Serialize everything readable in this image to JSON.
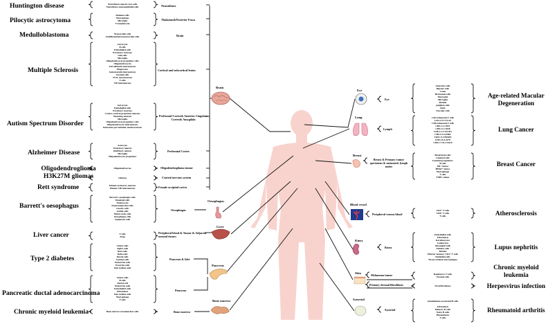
{
  "colors": {
    "body": "#f8d3cd",
    "line": "#111111",
    "brain": "#e8a79a",
    "organ": "#e9a0a0"
  },
  "organs": {
    "brain": "Brain",
    "oesophagus": "Oesophagus",
    "liver": "Liver",
    "pancreas": "Pancreas",
    "bone_marrow": "Bone marrow",
    "eye": "Eye",
    "lung": "Lung",
    "breast": "Breast",
    "blood_vessel": "Blood vessel",
    "kidney": "Kiney",
    "skin": "Skin",
    "synovial": "Synovial"
  },
  "left": [
    {
      "disease": "Huntington disease",
      "cells": [
        "Neuroblasts neural crest cells",
        "Neuroblasts neuroepithelial cells"
      ],
      "region": "Neuroblasts"
    },
    {
      "disease": "Pilocytic astrocytoma",
      "cells": [
        "Immune cells",
        "Macrophage",
        "Microglia",
        "T lymphocytes"
      ],
      "region": "Thalamus&Posterior Fossa"
    },
    {
      "disease": "Medulloblastoma",
      "cells": [
        "Neuron-like cells",
        "Undifferentiated neuron-like cells"
      ],
      "region": "Brain"
    },
    {
      "disease": "Multiple Sclerosis",
      "cells": [
        "Astrocytes",
        "B cells",
        "Endothelial cells",
        "Excitatory neurons",
        "Glia cells",
        "Microglia",
        "Oligodendrocyte progenitor cells",
        "Oligodendrocytes",
        "Parvalbumin interneurons",
        "Phagocytes",
        "Somatostatin interneurons",
        "Stromal cells",
        "SV2C interneurons",
        "T cells",
        "VIP interneurons"
      ],
      "region": "Cortical and subcortical lesion"
    },
    {
      "disease": "Autism Spectrum Disorder",
      "cells": [
        "Astrocytes",
        "Endothelial cells",
        "Excitatory neurons",
        "Cortico-cortical projection neurons",
        "Maturing neurons",
        "Microglia",
        "Oligodendrocyte progenitor cells",
        "Oligodendrocytes interneurons",
        "Immature parvalumiar-nuclei neurons"
      ],
      "region": "Prefrontal Cortex& Anterior Cingulate Cortex& Amygdala"
    },
    {
      "disease": "Alzheimer Disease",
      "cells": [
        "Astrocyte",
        "Excitatory neuron",
        "Inhibitory neuron",
        "Microglia",
        "Oligodendrocyte progenitor"
      ],
      "region": "Prefrontal Cortex"
    },
    {
      "disease": "Oligodendroglioma H3K27M gliomas",
      "cells": [
        "Oligodendrocytes",
        "Gliomas"
      ],
      "region": "Oligodendroglioma tumor",
      "region2": "Central nervous system"
    },
    {
      "disease": "Rett syndrome",
      "cells": [
        "Mutant excitatory neurons",
        "Mutant VIP interneurons"
      ],
      "region": "Female occipital cortex"
    },
    {
      "disease": "Barrett's oesophagus",
      "cells": [
        "Barrett's oesophagus cells",
        "Duodenal cells",
        "Enterocytes",
        "Enteroendocrine cells",
        "Gastric cells",
        "Goblet cells",
        "Mucus neck cells",
        "Oesophagus cells",
        "Squamous cells"
      ],
      "region": "Oesophagus"
    },
    {
      "disease": "Liver cancer",
      "cells": [
        "T cells",
        "Tregs"
      ],
      "region": "Peripheral blood & Tumor & Adjacent normal tissues"
    },
    {
      "disease": "Type 2 diabetes",
      "cells": [
        "Acinar cells",
        "Alpha cells",
        "Beta cells",
        "Delta cells",
        "Ductal cells",
        "Gamma cells",
        "Endocrine cells",
        "Exocrine cells",
        "Islet stellate cells"
      ],
      "region": "Pancreas & Islet"
    },
    {
      "disease": "Pancreatic ductal adenocarcinoma",
      "cells": [
        "Acinar cells",
        "B cells",
        "Ductal cell",
        "Endocrine cells",
        "Endothelial cells",
        "Fibroblasts",
        "Islet stellate cells",
        "Macrophage",
        "T cells"
      ],
      "region": "Pancreas"
    },
    {
      "disease": "Chronic myeloid leukemia",
      "cells": [
        "Bone marrow mononuclear cells"
      ],
      "region": "Bone marrow"
    }
  ],
  "right": [
    {
      "region": "Eye",
      "cells": [
        "Amacrine cells",
        "Bipolar cells",
        "Cones",
        "Horizontal cells",
        "Macroglia",
        "Microglia",
        "Retinal",
        "ganglion cells",
        "Rods",
        "Vascular cells"
      ],
      "disease": "Age-related Macular Degeneration"
    },
    {
      "region": "Lymph",
      "cells": [
        "CD4 exhausted T cells",
        "CD4-C9-CTLA4",
        "CD8 exhausted T cells",
        "CD8-C1-LEF1",
        "CD8-C2-CD28",
        "CD8-C3-CX3CR1",
        "CD8-C4-GZMK",
        "CD8-C5-ZNF683",
        "CD8-C6-LAYN",
        "CD8-C7-SLC4A10"
      ],
      "disease": "Lung Cancer"
    },
    {
      "region": "Breast & Primary tumor specimens & metastatic lymph nodes",
      "cells": [
        "Basal/Stem cells",
        "Luminal cells",
        "Luminal progenitors",
        "B cells",
        "ER+ tumor",
        "HER2+ tumor",
        "Macrophage",
        "T cells",
        "TNBC tumor"
      ],
      "disease": "Breast Cancer"
    },
    {
      "region": "Peripheral venous blood",
      "cells": [
        "CD4+ T cells",
        "CD8+ T cells",
        "T cells"
      ],
      "disease": "Atherosclerosis"
    },
    {
      "region": "Kiney",
      "cells": [
        "Endothelial cells",
        "Fibroblasts",
        "Keratinocytes",
        "Leukocytes",
        "Mesangial cells",
        "Tubular cells",
        "Tubules",
        "Effector memory CD4+ T cells",
        "Epithelial cells",
        "Tissue-resident macrophages"
      ],
      "disease": "Lupus nephritis"
    },
    {
      "region": "Melanoma tumor",
      "cells": [
        "Regulatory T cells",
        "Stromal cells"
      ],
      "disease": "Chronic myeloid leukemia"
    },
    {
      "region": "Primary dermal fibroblasts",
      "cells": [
        "Viral fibroblasts"
      ],
      "disease": "Herpesvirus infection"
    },
    {
      "region": "Synovial",
      "cells": [
        "Autoimmune-associated B cells",
        "Fibroblasts",
        "Memory B cells",
        "Naive B cells",
        "Plasmablasts",
        "T cells"
      ],
      "disease": "Rheumatoid arthritis"
    }
  ]
}
